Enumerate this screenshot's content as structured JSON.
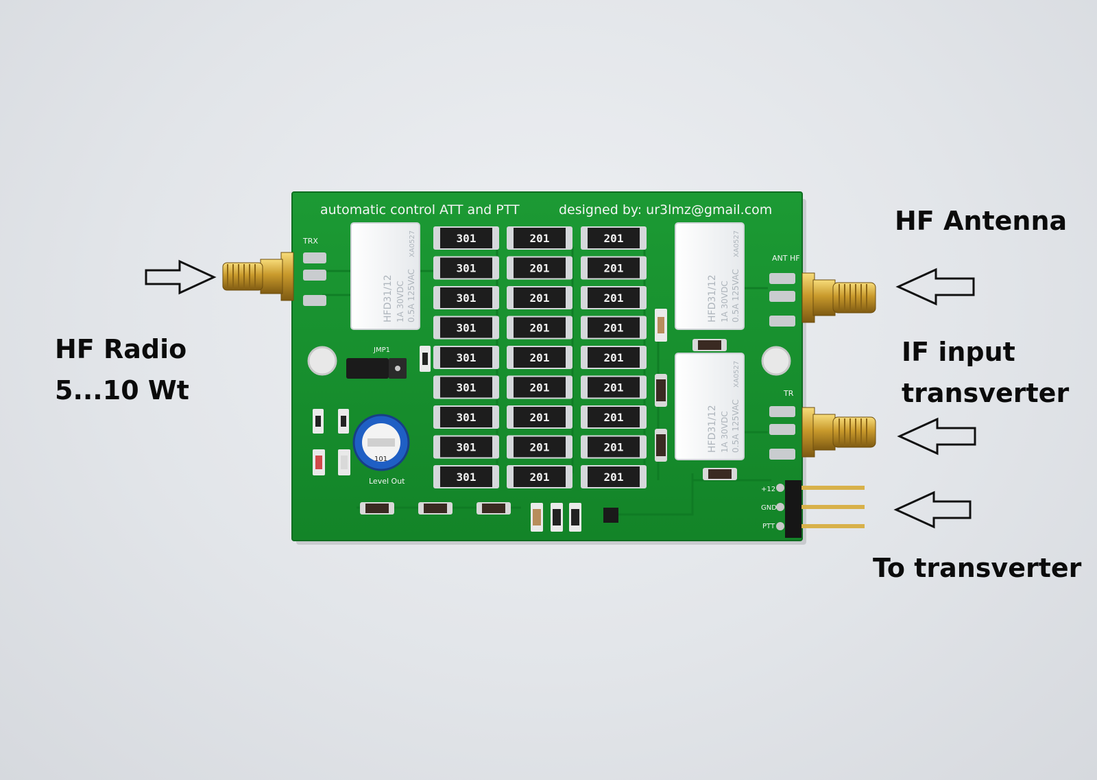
{
  "board": {
    "header_text": "automatic control ATT and PTT",
    "designer_text": "designed by: ur3lmz@gmail.com",
    "pcb_color": "#18932f",
    "silkscreen": {
      "trx": "TRX",
      "jmp1": "JMP1",
      "level_out": "Level Out",
      "ant_hf": "ANT HF",
      "tr": "TR",
      "pin_plus12": "+12",
      "pin_gnd": "GND",
      "pin_ptt": "PTT"
    },
    "relay_marking": {
      "model": "HFD31/12",
      "rating_1": "1A 30VDC",
      "rating_2": "0.5A 125VAC",
      "code": "XA0527"
    },
    "resistor_columns": [
      {
        "value": "301",
        "count": 9
      },
      {
        "value": "201",
        "count": 9
      },
      {
        "value": "201",
        "count": 9
      }
    ],
    "trimmer_marking": "101"
  },
  "annotations": {
    "hf_radio_line1": "HF Radio",
    "hf_radio_line2": "5...10 Wt",
    "hf_antenna": "HF Antenna",
    "if_input_line1": "IF input",
    "if_input_line2": "transverter",
    "to_transverter": "To transverter"
  }
}
